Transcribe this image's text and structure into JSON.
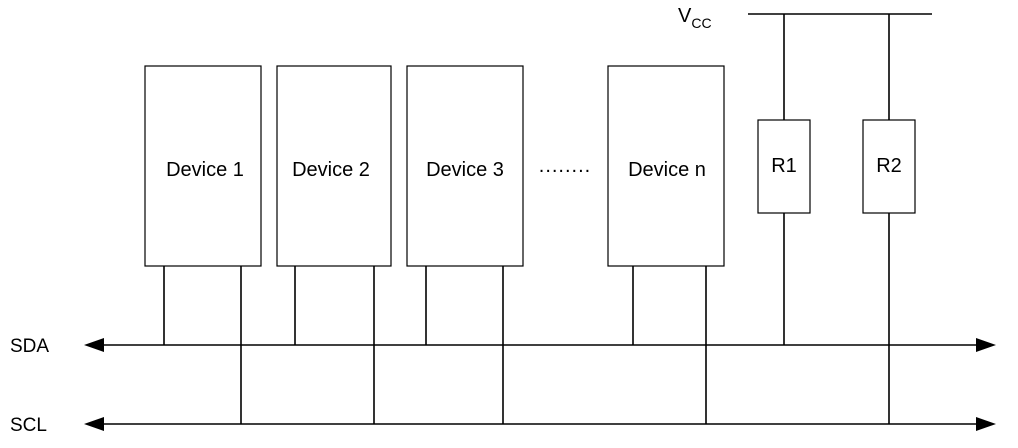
{
  "devices": [
    {
      "label": "Device 1"
    },
    {
      "label": "Device 2"
    },
    {
      "label": "Device 3"
    },
    {
      "label": "Device n"
    }
  ],
  "ellipsis": "........",
  "resistors": [
    {
      "label": "R1"
    },
    {
      "label": "R2"
    }
  ],
  "supply": {
    "main": "V",
    "sub": "CC"
  },
  "buses": {
    "sda": "SDA",
    "scl": "SCL"
  },
  "colors": {
    "stroke": "#000000",
    "background": "#ffffff"
  }
}
